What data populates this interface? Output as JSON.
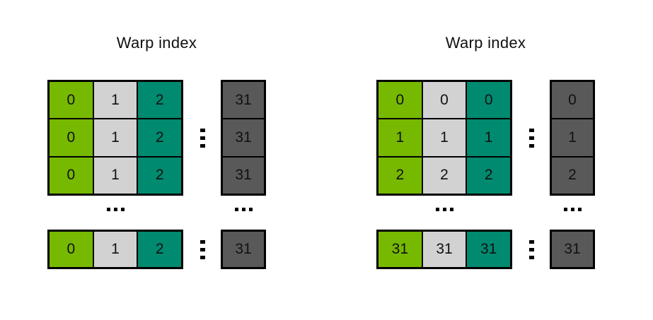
{
  "palette": {
    "green": "#76B900",
    "light_gray": "#D2D2D2",
    "teal": "#008A70",
    "dark_gray": "#595959",
    "border": "#000000",
    "text": "#111111",
    "background": "#FFFFFF"
  },
  "diagrams": [
    {
      "title": "Warp index",
      "main_grid": {
        "columns": 3,
        "cells": [
          {
            "text": "0",
            "color": "green"
          },
          {
            "text": "1",
            "color": "light_gray"
          },
          {
            "text": "2",
            "color": "teal"
          },
          {
            "text": "0",
            "color": "green"
          },
          {
            "text": "1",
            "color": "light_gray"
          },
          {
            "text": "2",
            "color": "teal"
          },
          {
            "text": "0",
            "color": "green"
          },
          {
            "text": "1",
            "color": "light_gray"
          },
          {
            "text": "2",
            "color": "teal"
          }
        ]
      },
      "side_column": {
        "columns": 1,
        "cells": [
          {
            "text": "31",
            "color": "dark_gray"
          },
          {
            "text": "31",
            "color": "dark_gray"
          },
          {
            "text": "31",
            "color": "dark_gray"
          }
        ]
      },
      "bottom_row": {
        "columns": 3,
        "cells": [
          {
            "text": "0",
            "color": "green"
          },
          {
            "text": "1",
            "color": "light_gray"
          },
          {
            "text": "2",
            "color": "teal"
          }
        ]
      },
      "bottom_side": {
        "columns": 1,
        "cells": [
          {
            "text": "31",
            "color": "dark_gray"
          }
        ]
      }
    },
    {
      "title": "Warp index",
      "main_grid": {
        "columns": 3,
        "cells": [
          {
            "text": "0",
            "color": "green"
          },
          {
            "text": "0",
            "color": "light_gray"
          },
          {
            "text": "0",
            "color": "teal"
          },
          {
            "text": "1",
            "color": "green"
          },
          {
            "text": "1",
            "color": "light_gray"
          },
          {
            "text": "1",
            "color": "teal"
          },
          {
            "text": "2",
            "color": "green"
          },
          {
            "text": "2",
            "color": "light_gray"
          },
          {
            "text": "2",
            "color": "teal"
          }
        ]
      },
      "side_column": {
        "columns": 1,
        "cells": [
          {
            "text": "0",
            "color": "dark_gray"
          },
          {
            "text": "1",
            "color": "dark_gray"
          },
          {
            "text": "2",
            "color": "dark_gray"
          }
        ]
      },
      "bottom_row": {
        "columns": 3,
        "cells": [
          {
            "text": "31",
            "color": "green"
          },
          {
            "text": "31",
            "color": "light_gray"
          },
          {
            "text": "31",
            "color": "teal"
          }
        ]
      },
      "bottom_side": {
        "columns": 1,
        "cells": [
          {
            "text": "31",
            "color": "dark_gray"
          }
        ]
      }
    }
  ]
}
